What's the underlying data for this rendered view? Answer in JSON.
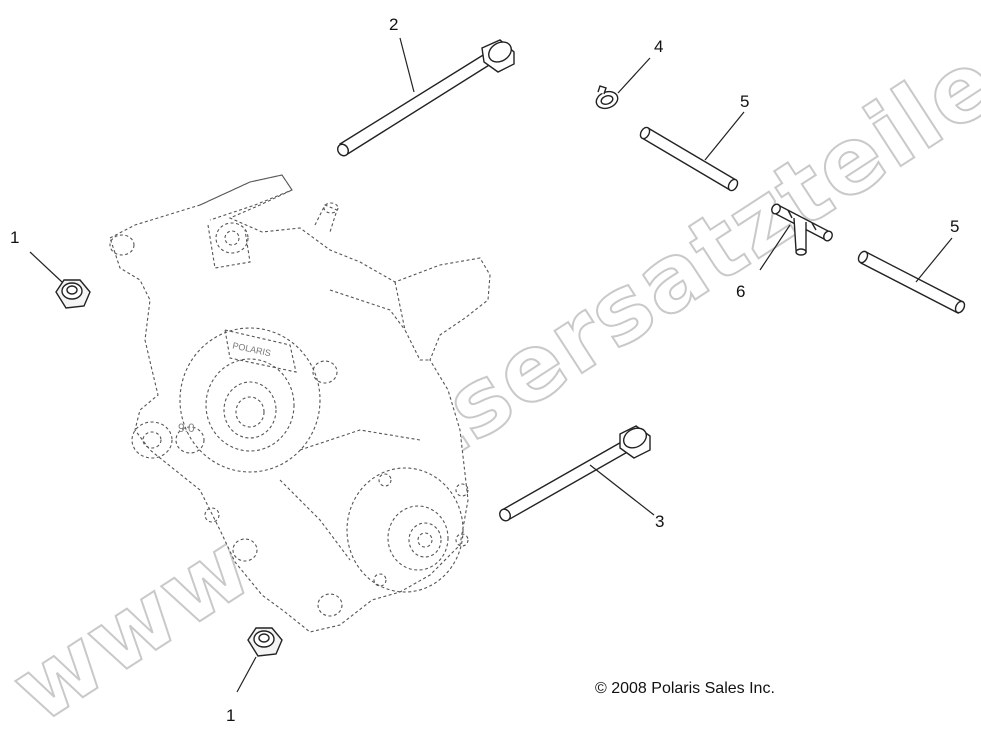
{
  "watermark": "www.partsersatzteile.de",
  "copyright": "© 2008 Polaris Sales Inc.",
  "callouts": [
    {
      "id": "callout-1-top",
      "label": "1",
      "part": "flange-nut"
    },
    {
      "id": "callout-1-bottom",
      "label": "1",
      "part": "flange-nut"
    },
    {
      "id": "callout-2",
      "label": "2",
      "part": "long-bolt"
    },
    {
      "id": "callout-3",
      "label": "3",
      "part": "bolt"
    },
    {
      "id": "callout-4",
      "label": "4",
      "part": "hose-clamp"
    },
    {
      "id": "callout-5-left",
      "label": "5",
      "part": "vent-hose"
    },
    {
      "id": "callout-5-right",
      "label": "5",
      "part": "vent-hose"
    },
    {
      "id": "callout-6",
      "label": "6",
      "part": "tee-fitting"
    }
  ]
}
